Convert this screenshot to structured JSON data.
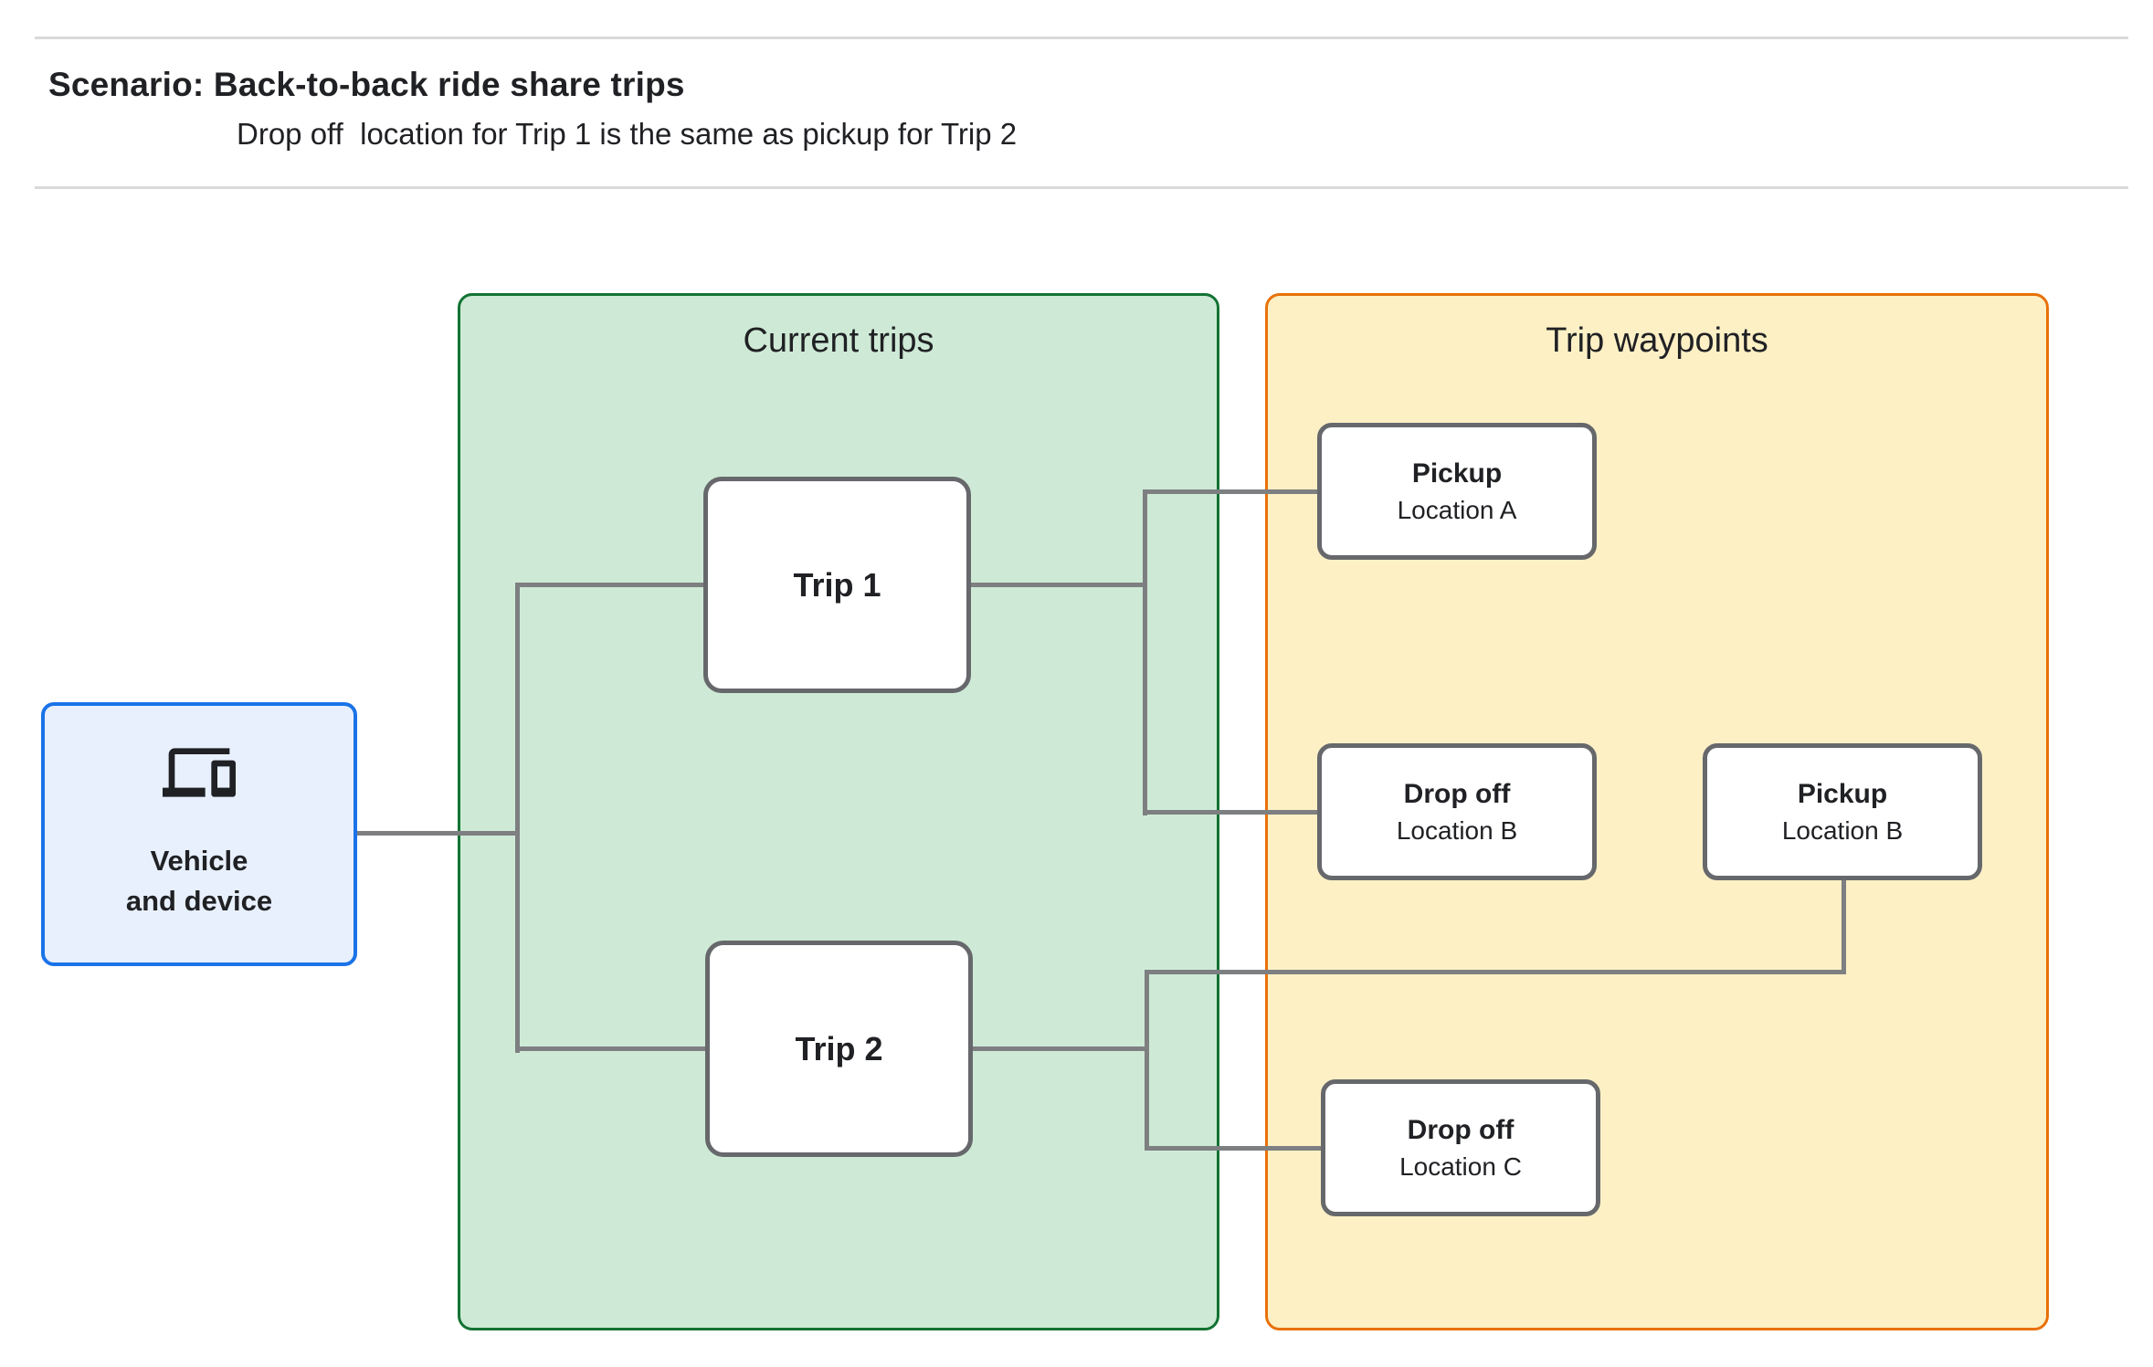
{
  "header": {
    "title": "Scenario: Back-to-back ride share trips",
    "subtitle": "Drop off  location for Trip 1 is the same as pickup for Trip 2"
  },
  "vehicle": {
    "icon": "devices-icon",
    "label_line1": "Vehicle",
    "label_line2": "and device"
  },
  "panels": {
    "current_trips": {
      "title": "Current trips"
    },
    "trip_waypoints": {
      "title": "Trip waypoints"
    }
  },
  "trips": [
    {
      "label": "Trip 1"
    },
    {
      "label": "Trip 2"
    }
  ],
  "waypoints": [
    {
      "type": "Pickup",
      "location": "Location A"
    },
    {
      "type": "Drop off",
      "location": "Location B"
    },
    {
      "type": "Pickup",
      "location": "Location B"
    },
    {
      "type": "Drop off",
      "location": "Location C"
    }
  ],
  "colors": {
    "blue_border": "#1a73e8",
    "blue_fill": "#e8f0fe",
    "green_border": "#137333",
    "green_fill": "#ceead6",
    "orange_border": "#e8710a",
    "yellow_fill": "#fdf0c5",
    "node_border": "#66686c",
    "connector": "#7d7f81",
    "text": "#202124",
    "rule": "#d9d9d9"
  }
}
